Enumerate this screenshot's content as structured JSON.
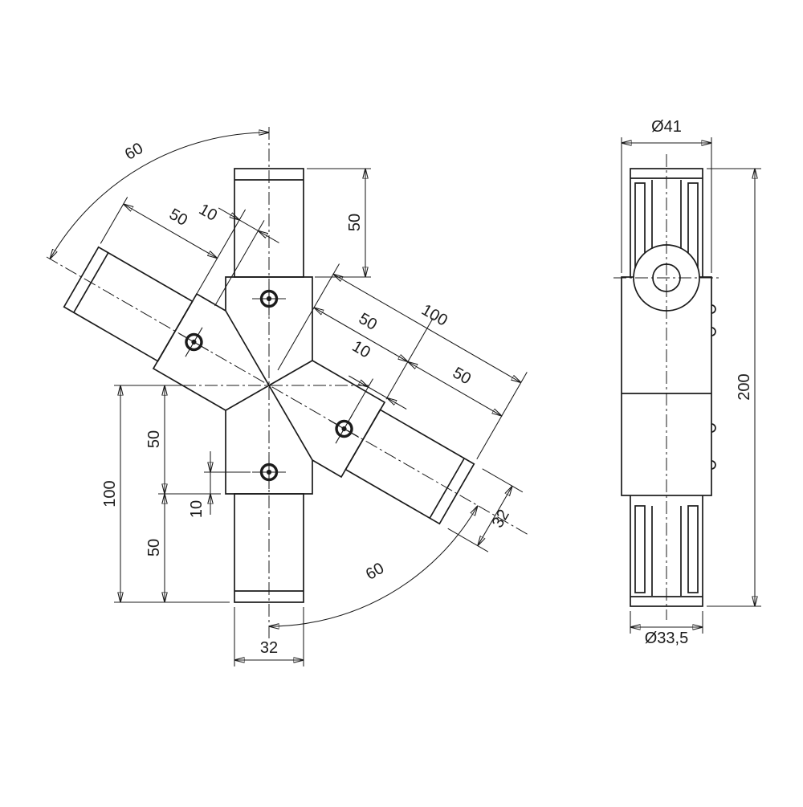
{
  "front_view": {
    "angle_upper_left": "60",
    "upper_tube_length": "50",
    "upper_left_tube_length": "50",
    "upper_left_bolt_offset": "10",
    "lower_right_total": "100",
    "lower_right_inner": "50",
    "lower_right_outer": "50",
    "lower_right_bolt_offset": "10",
    "left_total": "100",
    "left_upper": "50",
    "left_lower": "50",
    "bottom_bolt_offset": "10",
    "bottom_tube_width": "32",
    "angled_tube_width": "32",
    "angle_lower_right": "60"
  },
  "side_view": {
    "diameter_top": "Ø41",
    "overall_length": "200",
    "diameter_bottom": "Ø33,5"
  }
}
